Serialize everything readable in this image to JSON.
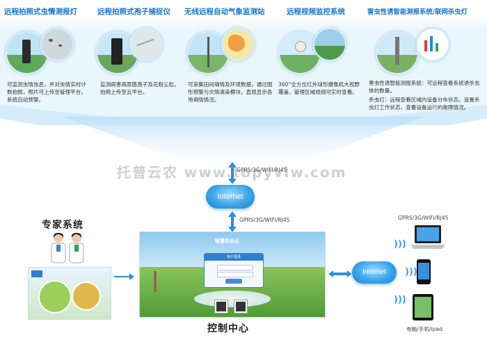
{
  "devices": [
    {
      "title": "远程拍照式虫情测报灯",
      "desc": "可监测虫情信息，并对虫情实时计数拍照，照片可上传至管理平台，系统自动预警。"
    },
    {
      "title": "远程拍照式孢子捕捉仪",
      "desc": "监测病害病原菌孢子及花粉尘粒，拍照上传至云平台。"
    },
    {
      "title": "无线远程自动气象监测站",
      "desc": "可采集田间墒情及环境数据，通过图形预警与灾情滴染模块，直观显示各地墒情情况。"
    },
    {
      "title": "远程视频监控系统",
      "desc": "360°全方位红外球形摄像机大视野覆盖，管理区域视频可实时查看。"
    },
    {
      "title": "害虫性诱智能测报系统/联网杀虫灯",
      "desc": "害虫性诱智能测报系统：可远程查看系统诱杀虫体的数量。",
      "desc2": "杀虫灯：远程查看区域内设备分布状态，设置杀虫灯工作状态，查看设备运行的故障情况。"
    }
  ],
  "watermark": "托普云农 www.topyvlw.com",
  "network": {
    "protocol_top": "GPRS/3G/WIFI/RJ45",
    "protocol_mid": "GPRS/3G/WIFI/RJ45",
    "protocol_right": "GPRS/3G/WIFI/RJ45",
    "internet_label": "Internet",
    "internet_label_right": "Internet"
  },
  "expert_system": {
    "title": "专家系统"
  },
  "control_center": {
    "title": "控制中心",
    "logo_text": "智慧农业云",
    "login_title": "用户登录"
  },
  "terminals": {
    "label": "电脑/手机/ipad"
  },
  "colors": {
    "accent": "#1a73c8",
    "cloud": "#3aa5ea",
    "band": "#dff0fb"
  }
}
